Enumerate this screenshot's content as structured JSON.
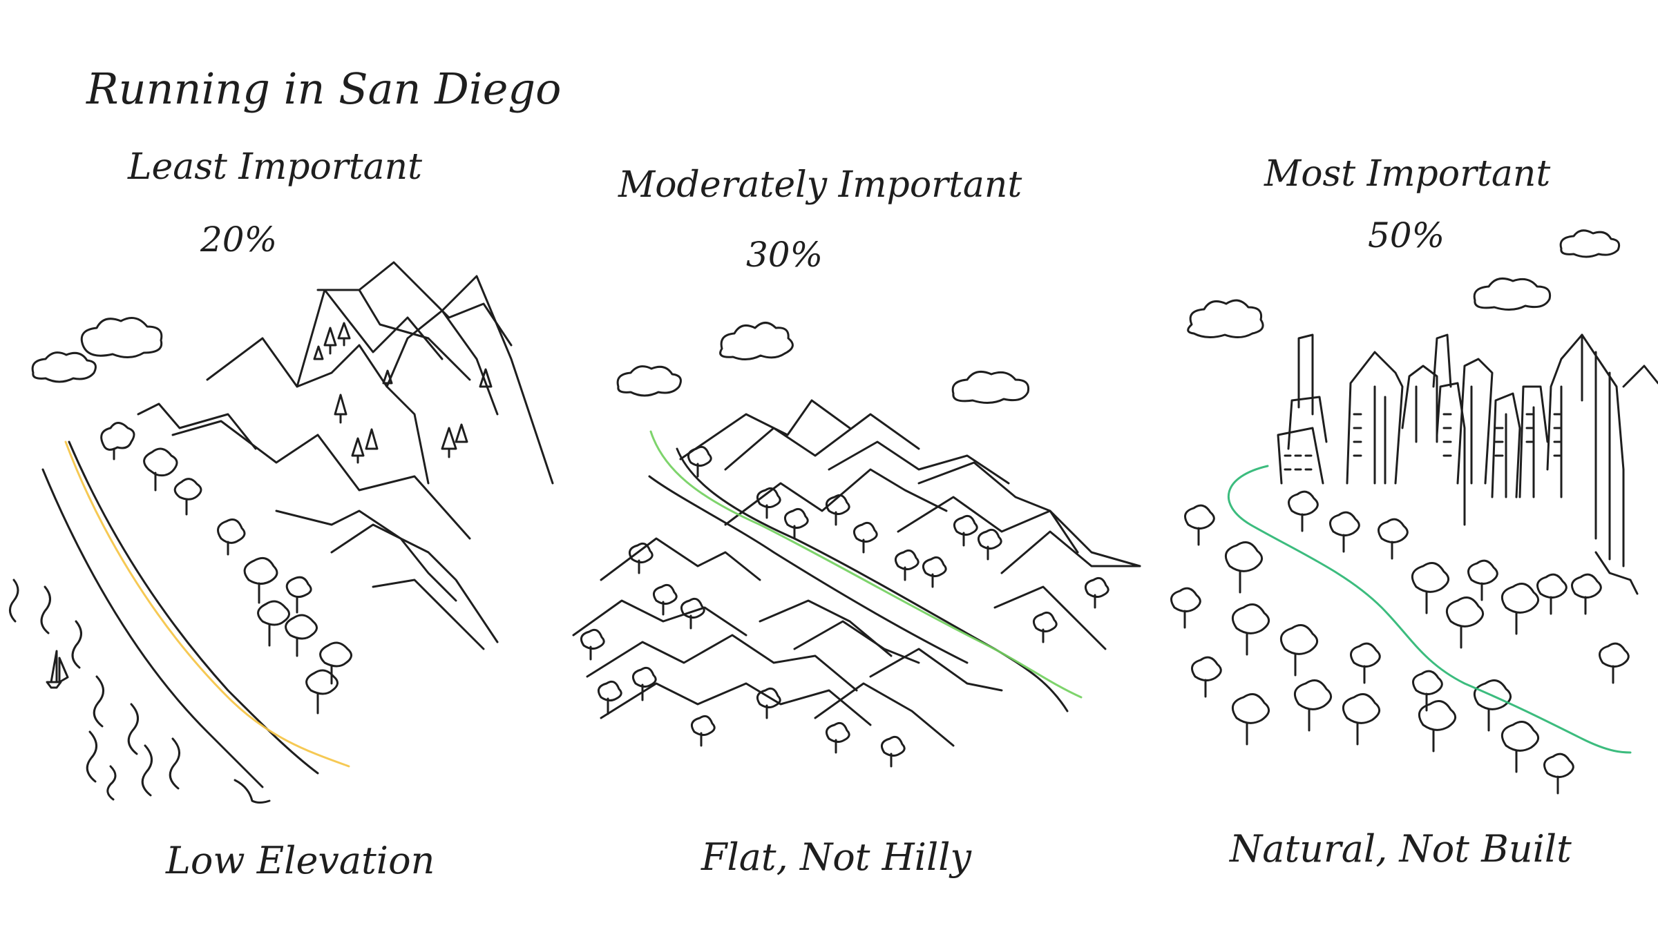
{
  "title": "Running in San Diego",
  "panels": [
    {
      "heading": "Least Important",
      "percent": "20%",
      "caption": "Low Elevation",
      "color": "#F5C445"
    },
    {
      "heading": "Moderately Important",
      "percent": "30%",
      "caption": "Flat, Not Hilly",
      "color": "#73D05F"
    },
    {
      "heading": "Most Important",
      "percent": "50%",
      "caption": "Natural, Not Built",
      "color": "#2BB673"
    }
  ]
}
